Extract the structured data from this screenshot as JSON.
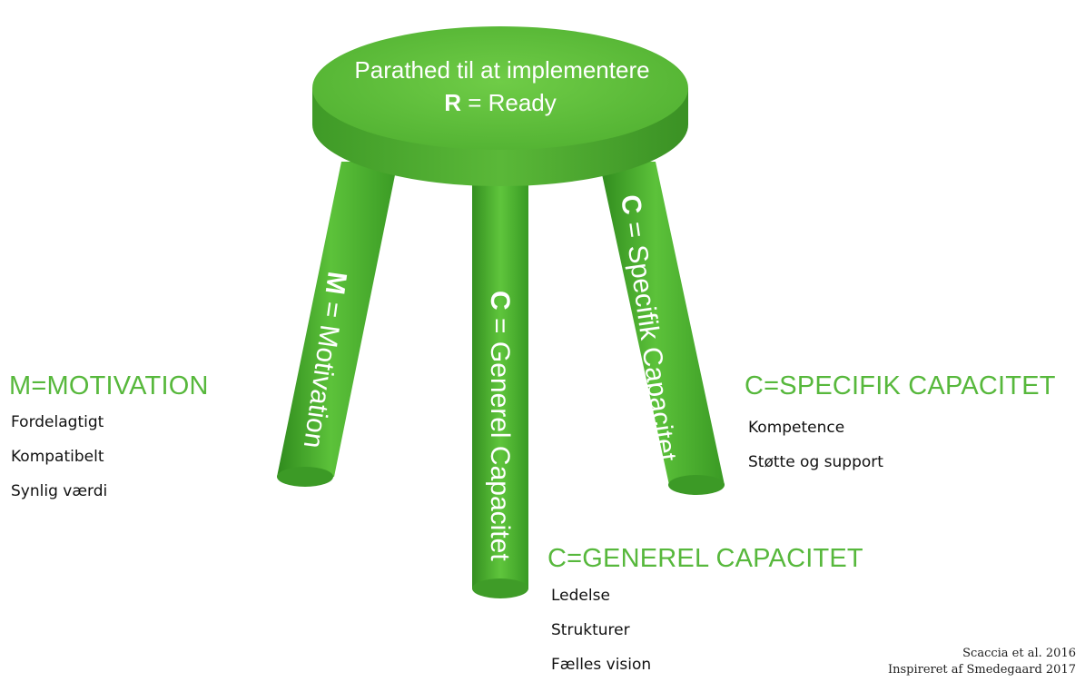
{
  "seat": {
    "line1": "Parathed til at implementere",
    "bold_letter": "R",
    "rest": " = Ready"
  },
  "legs": {
    "motivation": {
      "bold": "M",
      "rest": " = Motivation"
    },
    "general": {
      "bold": "C",
      "rest": " = Generel Capacitet"
    },
    "specific": {
      "bold": "C",
      "rest": " = Specifik Capacitet"
    }
  },
  "sections": {
    "motivation": {
      "heading": "M=MOTIVATION",
      "items": [
        "Fordelagtigt",
        "Kompatibelt",
        "Synlig værdi"
      ]
    },
    "specific": {
      "heading": "C=SPECIFIK CAPACITET",
      "items": [
        "Kompetence",
        "Støtte og support"
      ]
    },
    "general": {
      "heading": "C=GENEREL CAPACITET",
      "items": [
        "Ledelse",
        "Strukturer",
        "Fælles vision"
      ]
    }
  },
  "citation": {
    "line1": "Scaccia et al. 2016",
    "line2": "Inspireret af Smedegaard 2017"
  },
  "colors": {
    "green": "#4caf2f",
    "green_light": "#7ed25c",
    "green_dark": "#2f7d1d",
    "heading": "#57b83c"
  }
}
